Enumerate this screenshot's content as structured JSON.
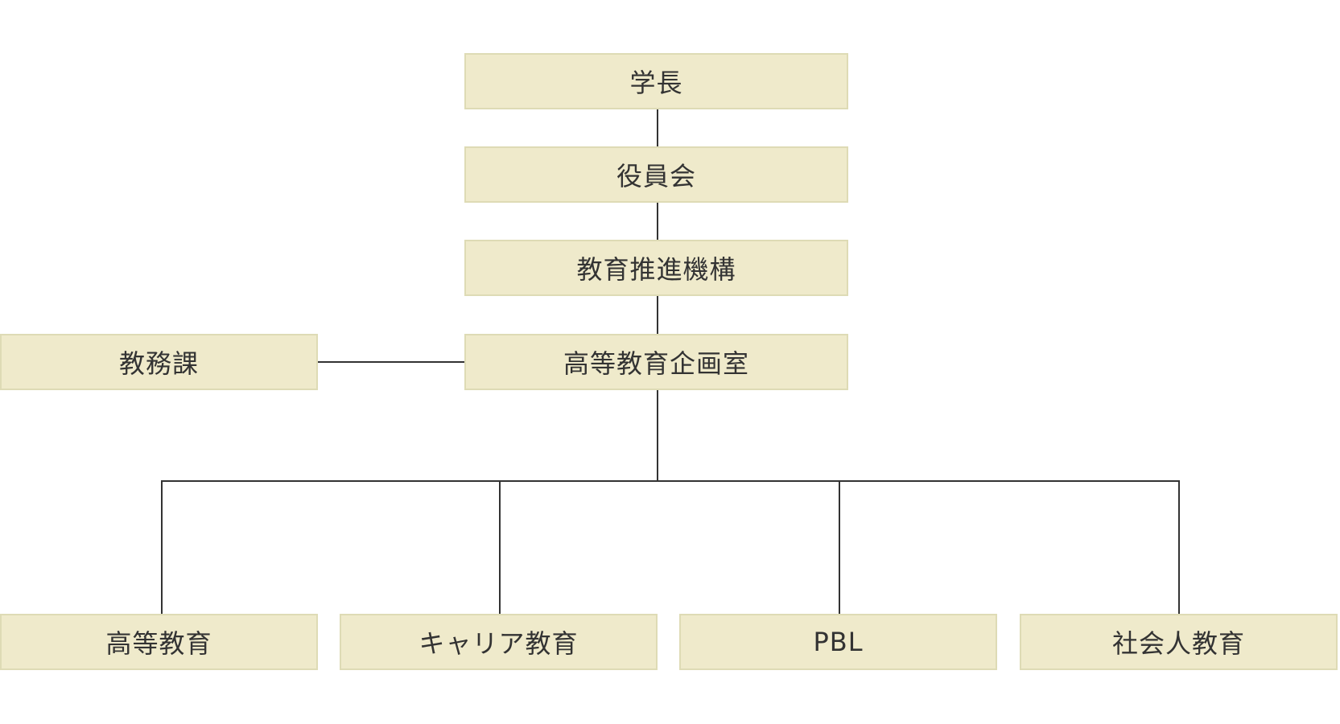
{
  "org_chart": {
    "president": "学長",
    "board": "役員会",
    "education_organization": "教育推進機構",
    "planning_office": "高等教育企画室",
    "academic_affairs": "教務課",
    "divisions": [
      {
        "label": "高等教育"
      },
      {
        "label": "キャリア教育"
      },
      {
        "label": "PBL"
      },
      {
        "label": "社会人教育"
      }
    ]
  },
  "colors": {
    "box_fill": "#efeacb",
    "box_border": "#dedbb5",
    "line": "#333333",
    "text": "#333333"
  }
}
